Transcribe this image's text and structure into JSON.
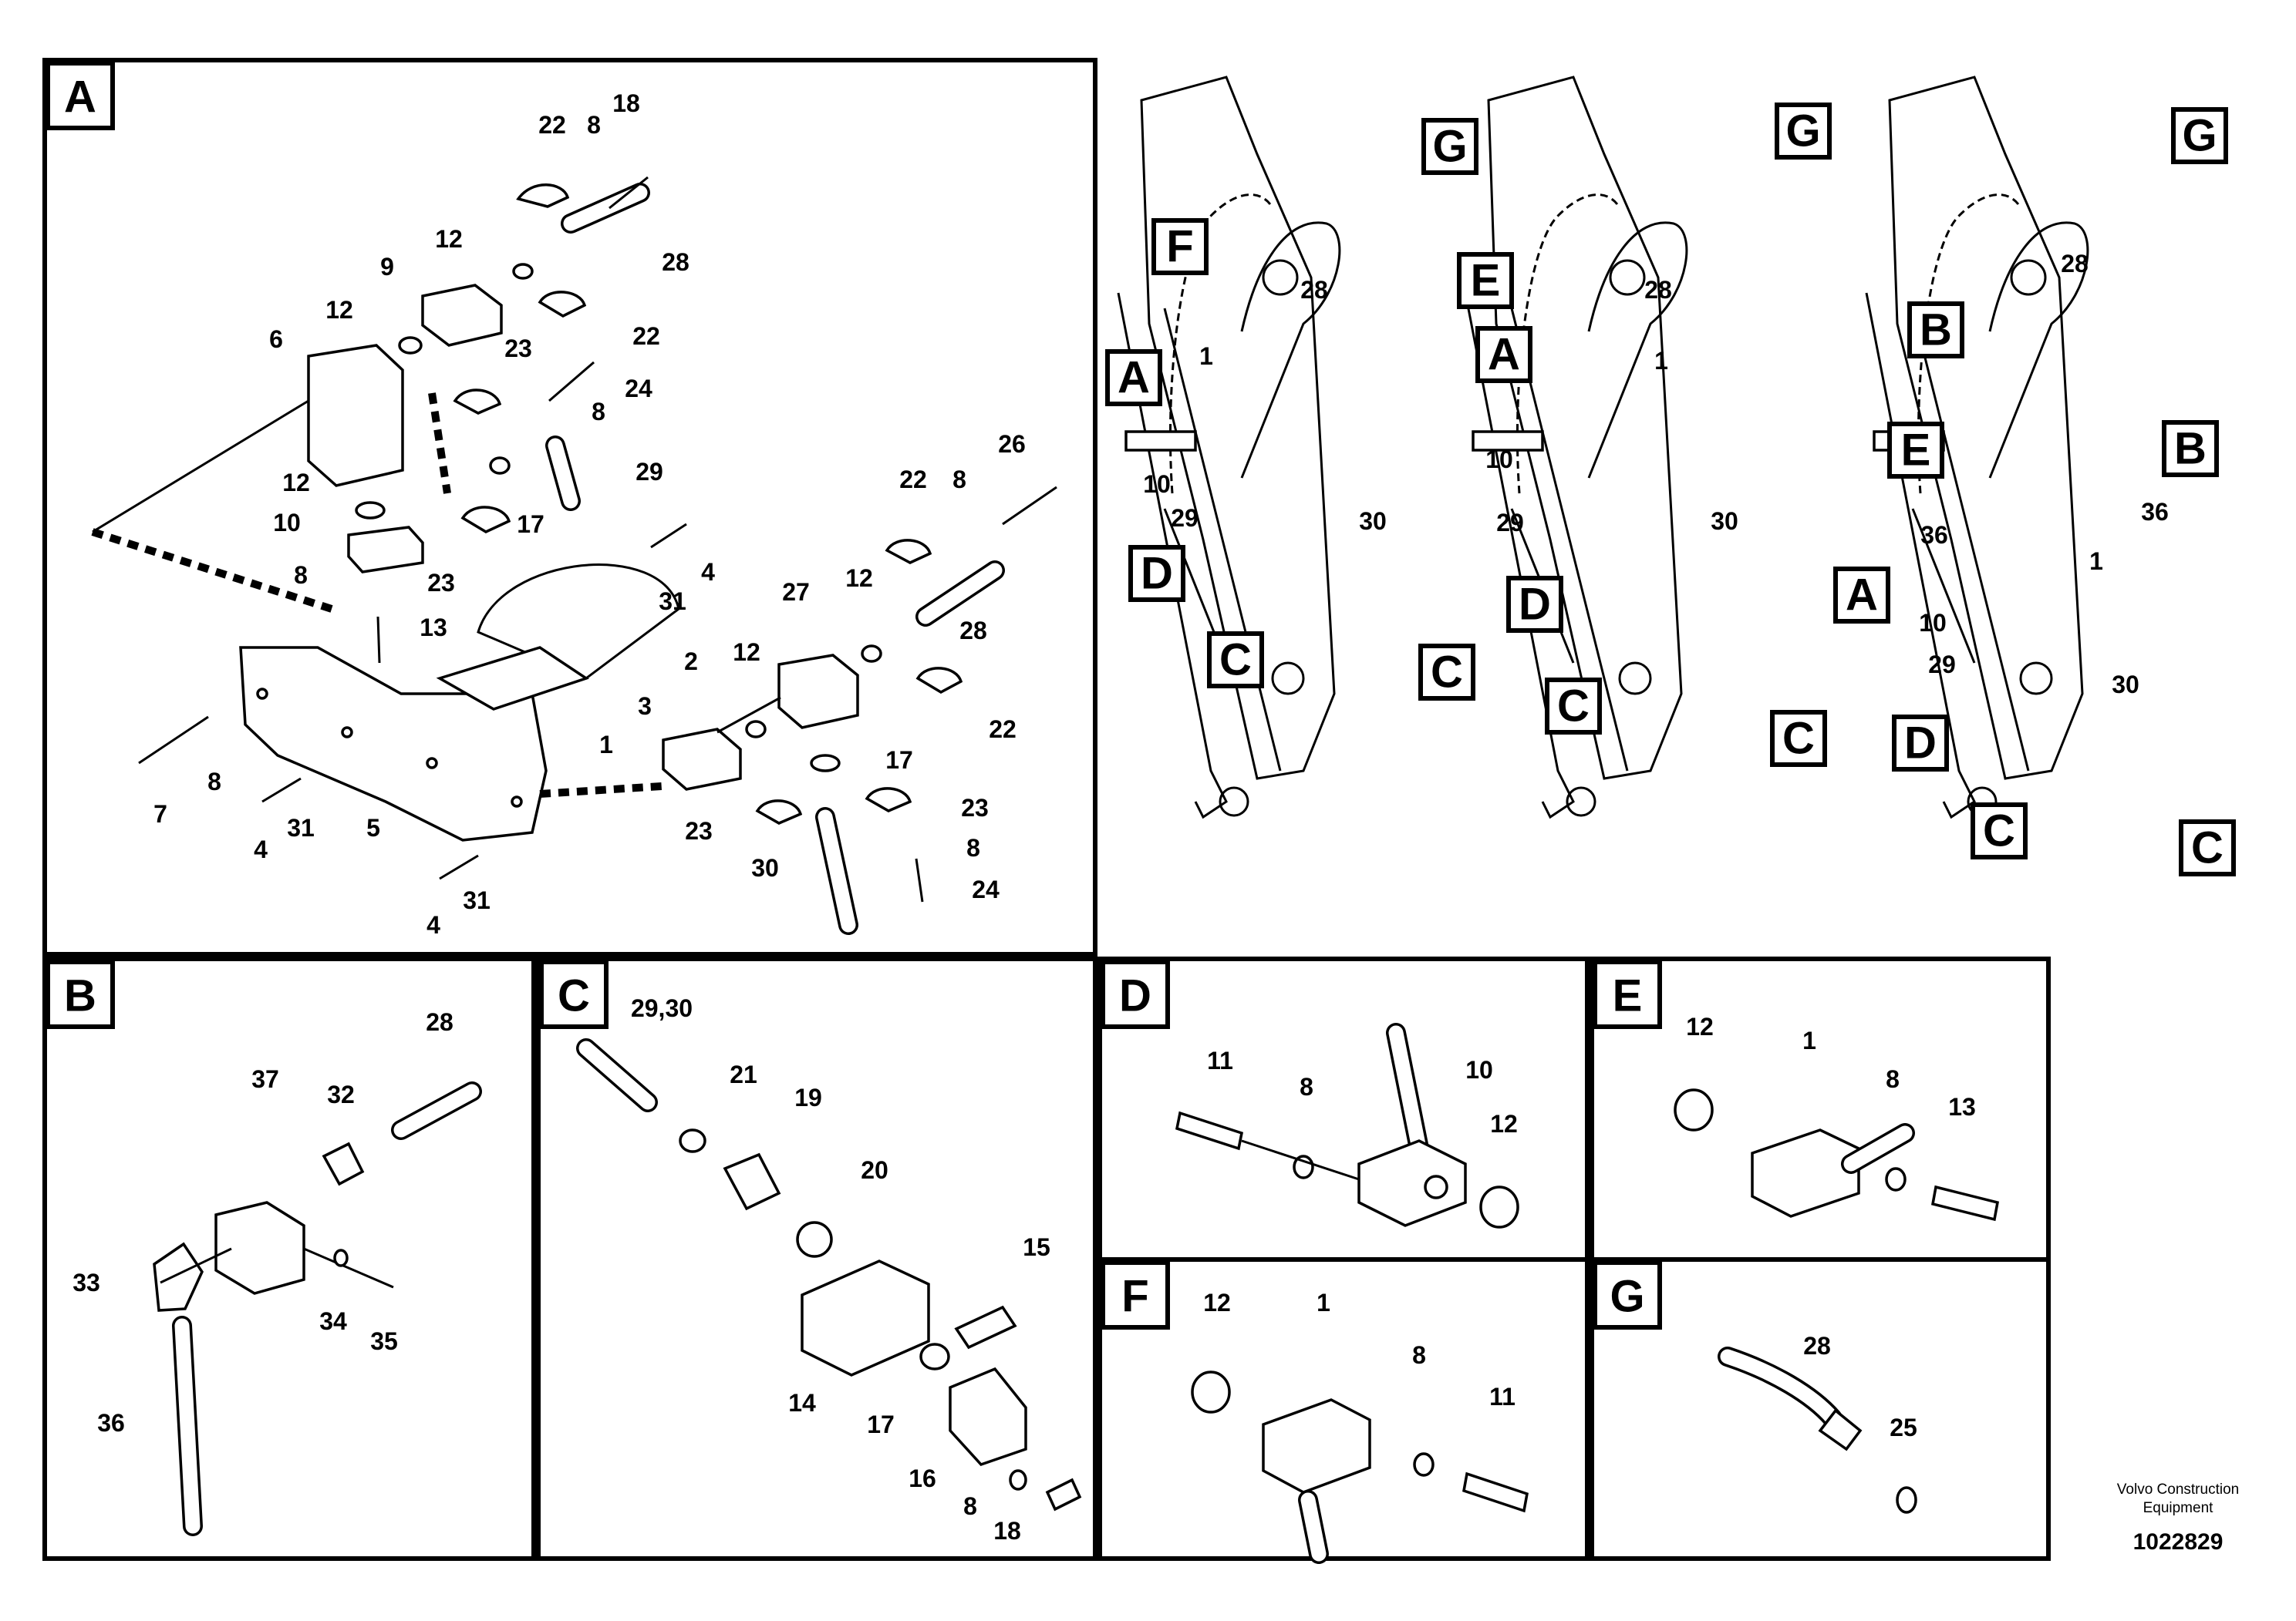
{
  "panels": {
    "A": {
      "letter": "A",
      "callouts": [
        "22",
        "8",
        "18",
        "12",
        "28",
        "9",
        "22",
        "12",
        "6",
        "23",
        "8",
        "24",
        "29",
        "12",
        "10",
        "17",
        "23",
        "8",
        "13",
        "31",
        "4",
        "2",
        "3",
        "22",
        "8",
        "26",
        "27",
        "12",
        "28",
        "12",
        "22",
        "1",
        "17",
        "23",
        "23",
        "8",
        "30",
        "24",
        "7",
        "8",
        "4",
        "31",
        "5",
        "4",
        "31"
      ]
    },
    "B": {
      "letter": "B",
      "callouts": [
        "28",
        "37",
        "32",
        "33",
        "34",
        "35",
        "36"
      ]
    },
    "C": {
      "letter": "C",
      "callouts": [
        "29,30",
        "21",
        "19",
        "20",
        "15",
        "14",
        "17",
        "16",
        "8",
        "18"
      ]
    },
    "D": {
      "letter": "D",
      "callouts": [
        "11",
        "8",
        "10",
        "12"
      ]
    },
    "E": {
      "letter": "E",
      "callouts": [
        "12",
        "1",
        "8",
        "13"
      ]
    },
    "F": {
      "letter": "F",
      "callouts": [
        "12",
        "1",
        "8",
        "11"
      ]
    },
    "G": {
      "letter": "G",
      "callouts": [
        "28",
        "25"
      ]
    }
  },
  "overview": {
    "boom1": {
      "labels": [
        "F",
        "A",
        "D",
        "C",
        "C",
        "G"
      ],
      "callouts": [
        "1",
        "10",
        "29",
        "30",
        "28"
      ]
    },
    "boom2": {
      "labels": [
        "E",
        "A",
        "D",
        "C",
        "C",
        "G"
      ],
      "callouts": [
        "1",
        "10",
        "29",
        "30",
        "28"
      ]
    },
    "boom3": {
      "labels": [
        "B",
        "B",
        "E",
        "A",
        "D",
        "C",
        "C",
        "G"
      ],
      "callouts": [
        "28",
        "36",
        "36",
        "1",
        "10",
        "29",
        "30"
      ]
    }
  },
  "footer": {
    "company_line1": "Volvo Construction",
    "company_line2": "Equipment",
    "drawing_id": "1022829"
  }
}
